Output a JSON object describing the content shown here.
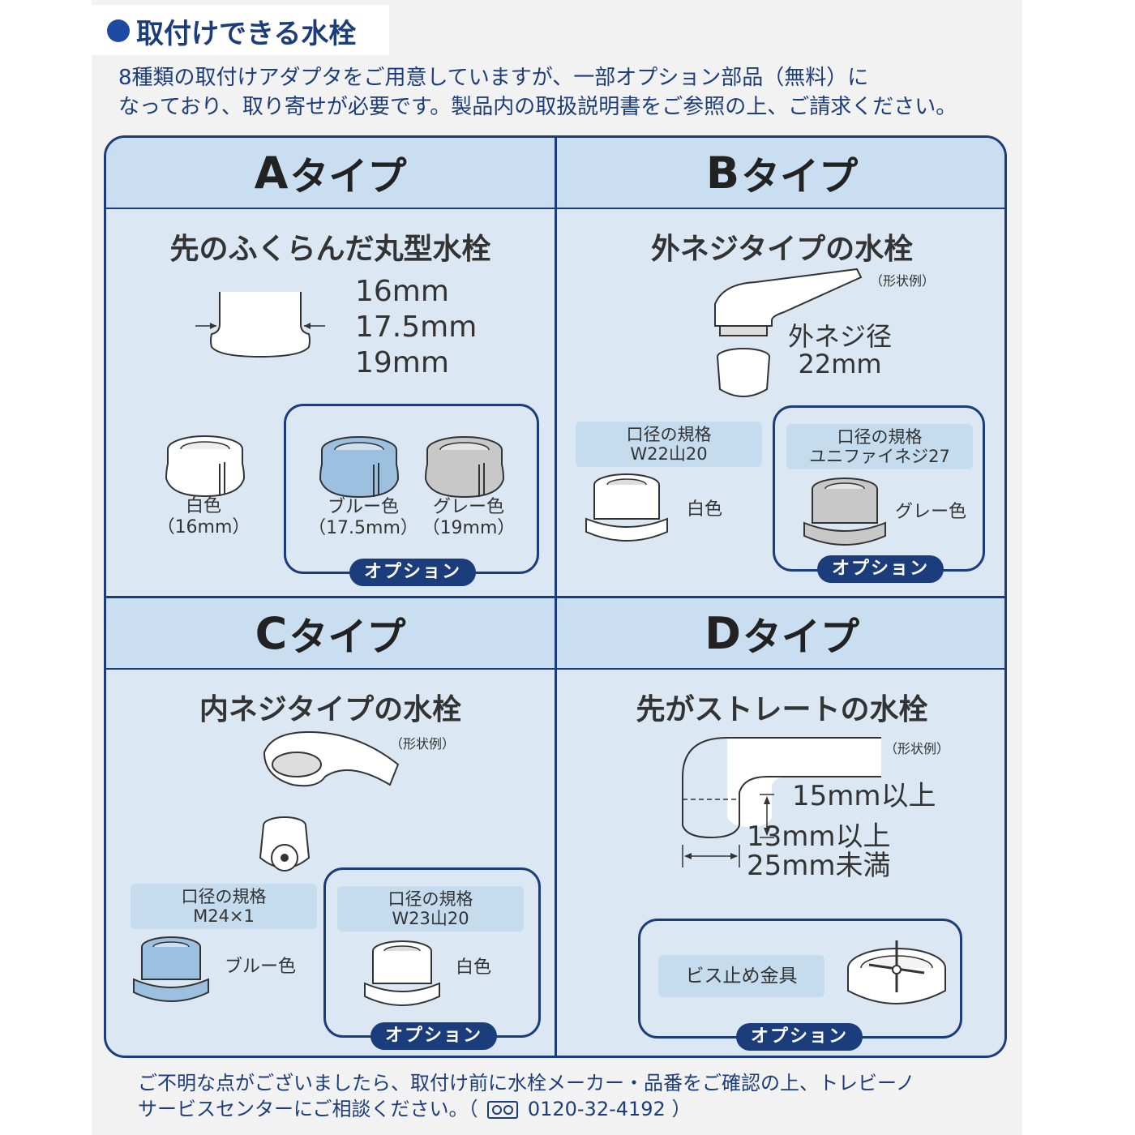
{
  "header": {
    "title": "取付けできる水栓",
    "intro_line1": "8種類の取付けアダプタをご用意していますが、一部オプション部品（無料）に",
    "intro_line2": "なっており、取り寄せが必要です。製品内の取扱説明書をご参照の上、ご請求ください。"
  },
  "types": {
    "a": {
      "letter": "A",
      "suffix": "タイプ",
      "subtitle": "先のふくらんだ丸型水栓",
      "dims": [
        "16mm",
        "17.5mm",
        "19mm"
      ],
      "standard": {
        "name": "白色",
        "size": "（16mm）"
      },
      "options": [
        {
          "name": "ブルー色",
          "size": "（17.5mm）"
        },
        {
          "name": "グレー色",
          "size": "（19mm）"
        }
      ],
      "option_label": "オプション"
    },
    "b": {
      "letter": "B",
      "suffix": "タイプ",
      "subtitle": "外ネジタイプの水栓",
      "shape_note": "（形状例）",
      "thread_label": "外ネジ径",
      "thread_size": "22mm",
      "standard": {
        "spec_title": "口径の規格",
        "spec": "W22山20",
        "color": "白色"
      },
      "option": {
        "spec_title": "口径の規格",
        "spec": "ユニファイネジ27",
        "color": "グレー色"
      },
      "option_label": "オプション"
    },
    "c": {
      "letter": "C",
      "suffix": "タイプ",
      "subtitle": "内ネジタイプの水栓",
      "shape_note": "（形状例）",
      "standard": {
        "spec_title": "口径の規格",
        "spec": "M24×1",
        "color": "ブルー色"
      },
      "option": {
        "spec_title": "口径の規格",
        "spec": "W23山20",
        "color": "白色"
      },
      "option_label": "オプション"
    },
    "d": {
      "letter": "D",
      "suffix": "タイプ",
      "subtitle": "先がストレートの水栓",
      "shape_note": "（形状例）",
      "height_label": "15mm以上",
      "width_label1": "13mm以上",
      "width_label2": "25mm未満",
      "option": {
        "name": "ビス止め金具"
      },
      "option_label": "オプション"
    }
  },
  "footer": {
    "line1": "ご不明な点がございましたら、取付け前に水栓メーカー・品番をご確認の上、トレビーノ",
    "line2_prefix": "サービスセンターにご相談ください。（",
    "phone": "0120-32-4192",
    "line2_suffix": "）"
  },
  "colors": {
    "navy": "#1c3d7c",
    "panel": "#dbe7f2",
    "head": "#c9def0",
    "blue_part": "#9cc0e0",
    "gray_part": "#c8c8c8"
  },
  "icons": [
    "free-dial-icon"
  ]
}
